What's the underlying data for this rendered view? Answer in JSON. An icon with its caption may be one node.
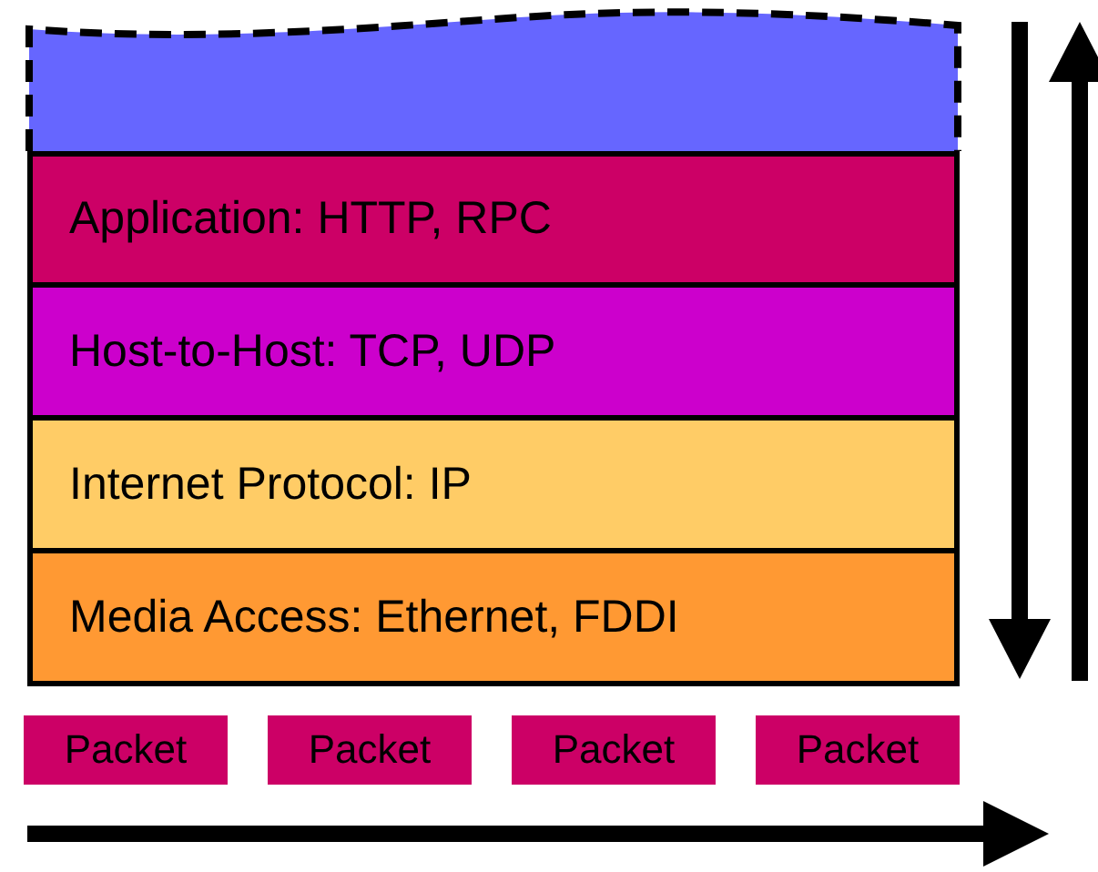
{
  "diagram": {
    "nodes": [
      {
        "text": [],
        "shape": "box"
      },
      {
        "text": [
          "Application: HTTP, RPC"
        ]
      },
      {
        "text": [
          "Host-to-Host: TCP, UDP"
        ]
      },
      {
        "text": [
          "Internet Protocol: IP"
        ]
      },
      {
        "text": [
          "Media Access: Ethernet, FDDI"
        ]
      },
      {
        "text": [
          "Packet"
        ]
      },
      {
        "text": [
          "Packet"
        ]
      },
      {
        "text": [
          "Packet"
        ]
      },
      {
        "text": [
          "Packet"
        ]
      }
    ]
  }
}
